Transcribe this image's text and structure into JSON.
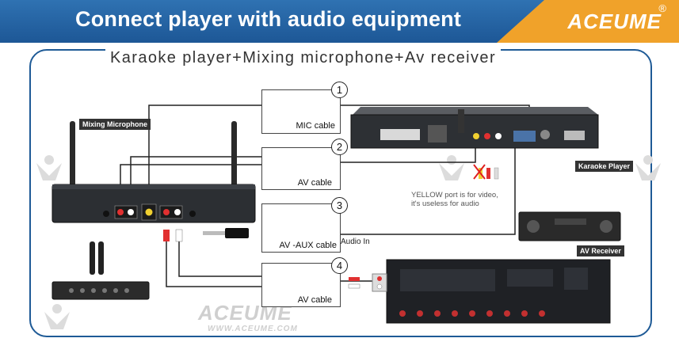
{
  "header": {
    "title": "Connect player with audio equipment",
    "brand": "ACEUME",
    "brand_mark": "®"
  },
  "subtitle": "Karaoke player+Mixing microphone+Av receiver",
  "devices": {
    "mixer": "Mixing Microphone",
    "player": "Karaoke Player",
    "receiver": "AV Receiver"
  },
  "cables": [
    {
      "number": "1",
      "label": "MIC cable"
    },
    {
      "number": "2",
      "label": "AV cable"
    },
    {
      "number": "3",
      "label": "AV -AUX cable"
    },
    {
      "number": "4",
      "label": "AV cable"
    }
  ],
  "notes": {
    "yellow_port_line1": "YELLOW port is for video,",
    "yellow_port_line2": "it's useless for audio",
    "audio_in": "Audio In"
  },
  "watermarks": {
    "brand": "ACEUME",
    "site": "WWW.ACEUME.COM"
  },
  "colors": {
    "header_blue": "#1d5796",
    "brand_orange": "#f0a22a",
    "frame_blue": "#1e5a96"
  }
}
